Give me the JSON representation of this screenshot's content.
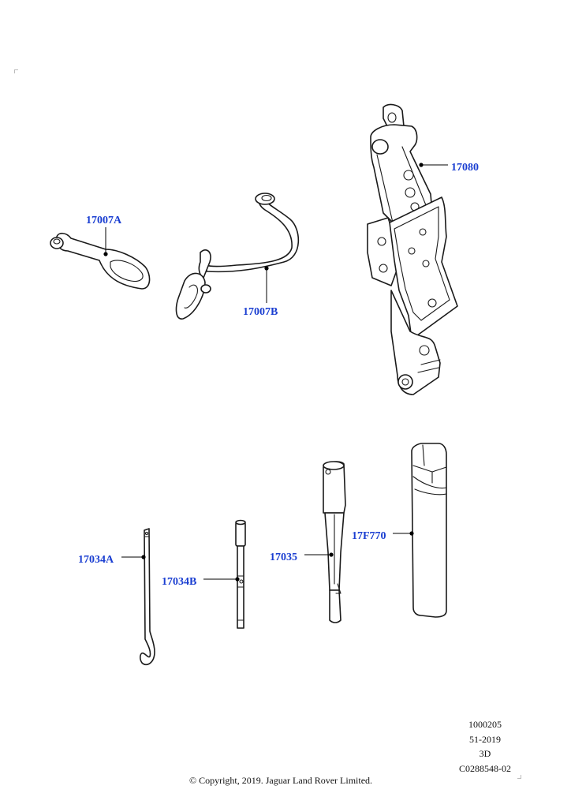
{
  "callouts": {
    "c17007A": "17007A",
    "c17007B": "17007B",
    "c17080": "17080",
    "c17034A": "17034A",
    "c17034B": "17034B",
    "c17035": "17035",
    "c17F770": "17F770"
  },
  "info": {
    "line1": "1000205",
    "line2": "51-2019",
    "line3": "3D",
    "line4": "C0288548-02"
  },
  "copyright": "© Copyright, 2019. Jaguar Land Rover Limited.",
  "colors": {
    "callout_text": "#1a3ed1",
    "line_art": "#1a1a1a",
    "background": "#ffffff"
  }
}
